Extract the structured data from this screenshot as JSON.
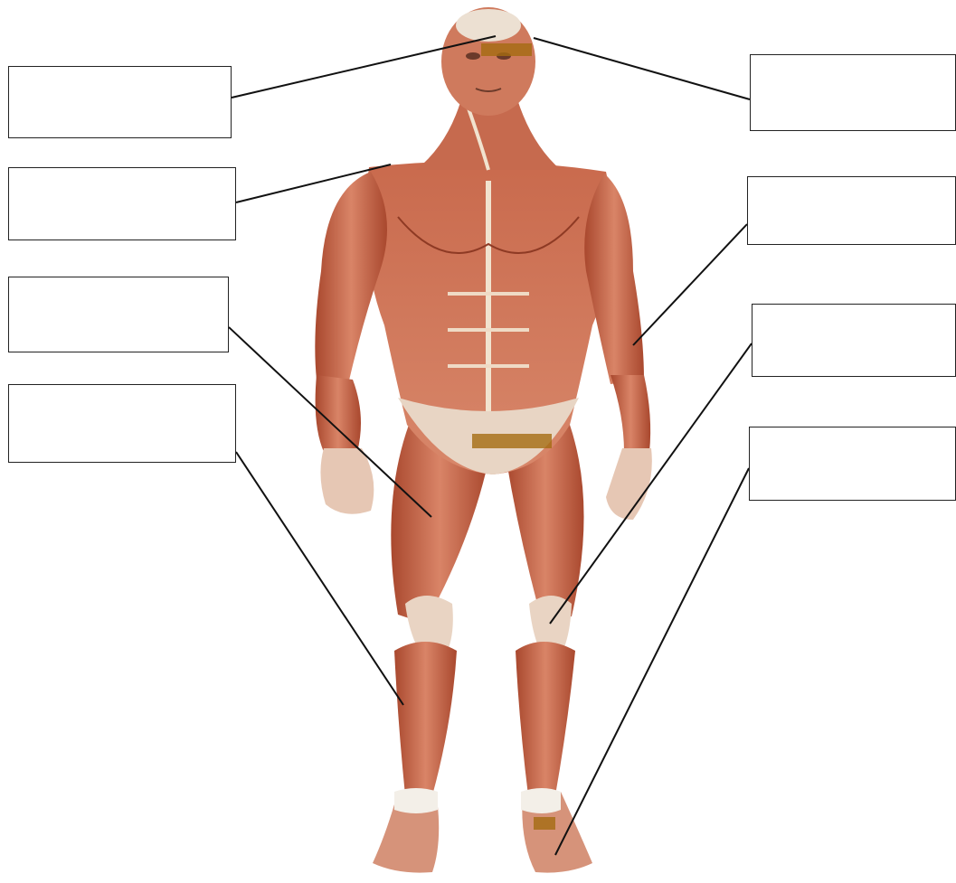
{
  "diagram": {
    "colors": {
      "muscle": "#c8684a",
      "muscle_dark": "#8e3a24",
      "tendon": "#f1e3cf",
      "leader_line": "#111111",
      "box_border": "#222222"
    },
    "label_boxes": [
      {
        "id": "left-1",
        "value": "",
        "placeholder": ""
      },
      {
        "id": "left-2",
        "value": "",
        "placeholder": ""
      },
      {
        "id": "left-3",
        "value": "",
        "placeholder": ""
      },
      {
        "id": "left-4",
        "value": "",
        "placeholder": ""
      },
      {
        "id": "right-1",
        "value": "",
        "placeholder": ""
      },
      {
        "id": "right-2",
        "value": "",
        "placeholder": ""
      },
      {
        "id": "right-3",
        "value": "",
        "placeholder": ""
      },
      {
        "id": "right-4",
        "value": "",
        "placeholder": ""
      }
    ]
  }
}
